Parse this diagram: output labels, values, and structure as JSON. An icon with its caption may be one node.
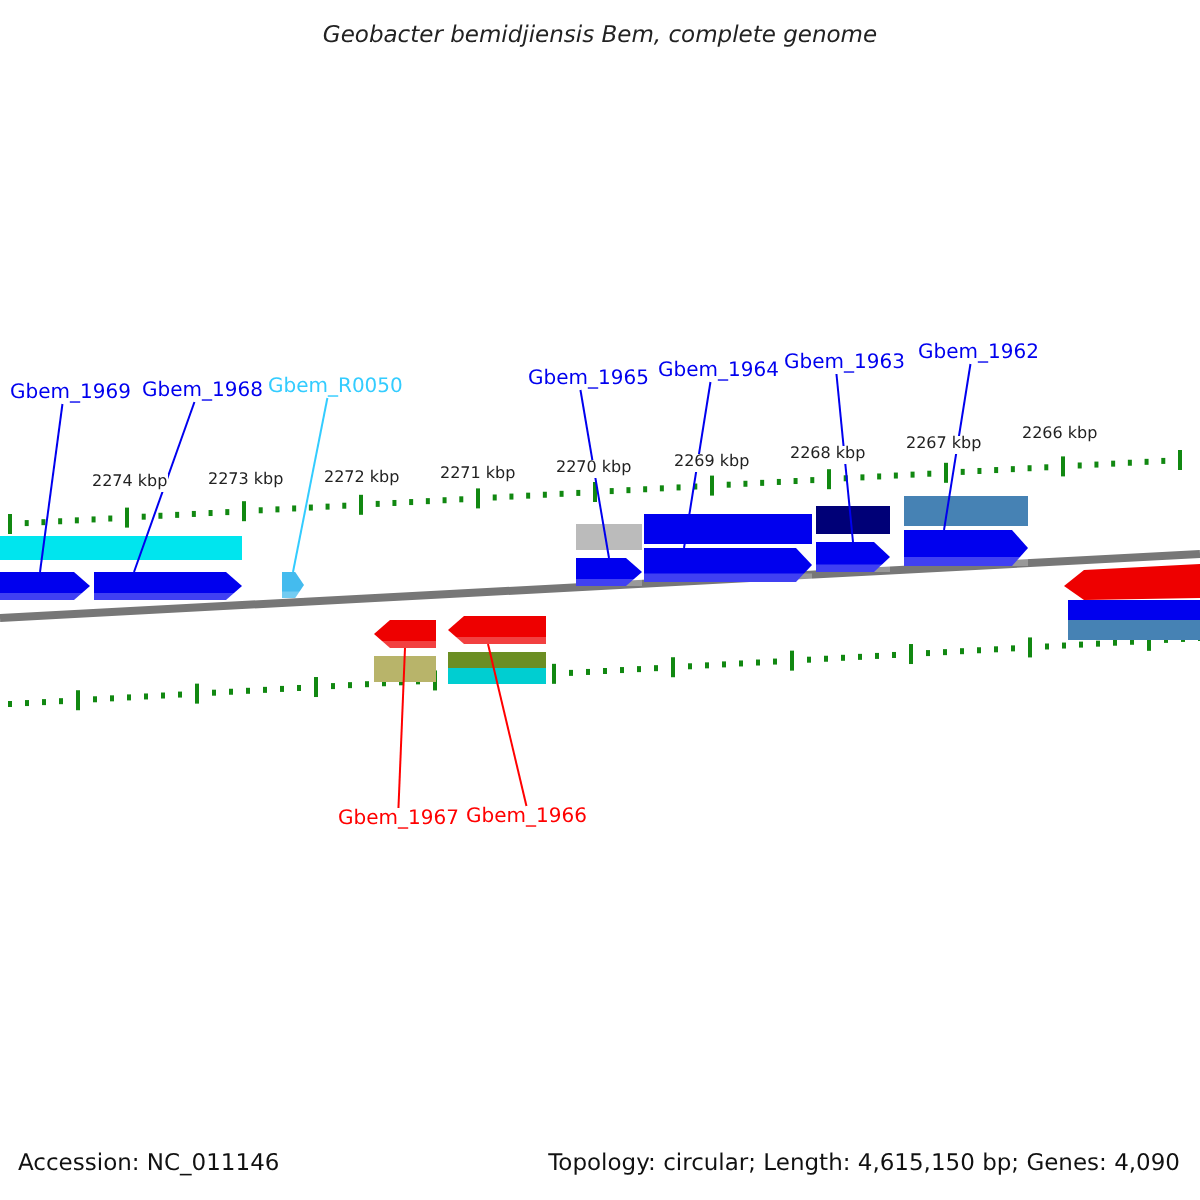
{
  "diagram": {
    "title": "Geobacter bemidjiensis Bem, complete genome",
    "nodes": [
      {
        "text": [
          "Gbem_1969"
        ]
      },
      {
        "text": [
          "Gbem_1968"
        ]
      },
      {
        "text": [
          "Gbem_R0050"
        ]
      },
      {
        "text": [
          "Gbem_1965"
        ]
      },
      {
        "text": [
          "Gbem_1964"
        ]
      },
      {
        "text": [
          "Gbem_1963"
        ]
      },
      {
        "text": [
          "Gbem_1962"
        ]
      },
      {
        "text": [
          "Gbem_1967"
        ]
      },
      {
        "text": [
          "Gbem_1966"
        ]
      },
      {
        "text": [],
        "shape": "pentagon"
      },
      {
        "text": [],
        "shape": "pentagon"
      },
      {
        "text": [],
        "shape": "pentagon"
      },
      {
        "text": [],
        "shape": "pentagon"
      },
      {
        "text": [],
        "shape": "pentagon"
      },
      {
        "text": [],
        "shape": "pentagon"
      },
      {
        "text": [],
        "shape": "pentagon"
      },
      {
        "text": [],
        "shape": "pentagon"
      },
      {
        "text": [],
        "shape": "pentagon"
      }
    ],
    "edges": [
      {
        "from": 0,
        "to": 9,
        "arrow": "none"
      },
      {
        "from": 1,
        "to": 10,
        "arrow": "none"
      },
      {
        "from": 2,
        "to": 11,
        "arrow": "none",
        "color": "#33ccff"
      },
      {
        "from": 3,
        "to": 12,
        "arrow": "none"
      },
      {
        "from": 4,
        "to": 13,
        "arrow": "none"
      },
      {
        "from": 5,
        "to": 14,
        "arrow": "none"
      },
      {
        "from": 6,
        "to": 15,
        "arrow": "none"
      },
      {
        "from": 7,
        "to": 16,
        "arrow": "none",
        "color": "#ff0000"
      },
      {
        "from": 8,
        "to": 17,
        "arrow": "none",
        "color": "#ff0000"
      }
    ],
    "labels": [
      "2274 kbp",
      "2273 kbp",
      "2272 kbp",
      "2271 kbp",
      "2270 kbp",
      "2269 kbp",
      "2268 kbp",
      "2267 kbp",
      "2266 kbp",
      "Accession: NC_011146",
      "Topology: circular; Length: 4,615,150 bp; Genes: 4,090"
    ]
  }
}
